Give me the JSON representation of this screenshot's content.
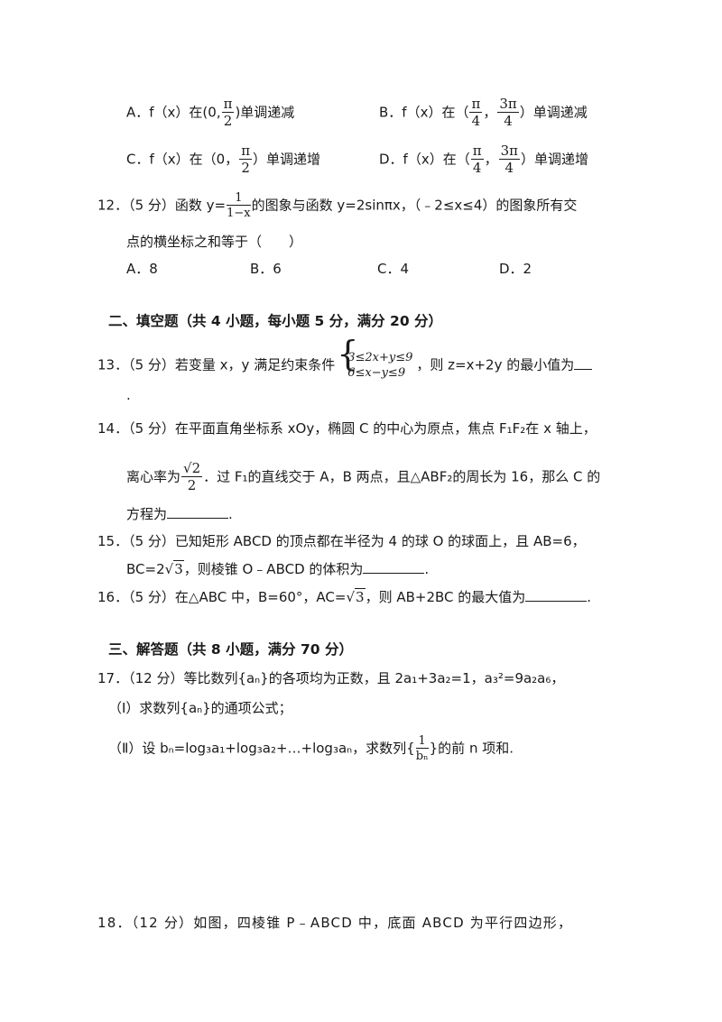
{
  "q11_options": {
    "A": {
      "pre": "A．f（x）在",
      "interval_open": "(0,",
      "frac_n": "π",
      "frac_d": "2",
      "close": ")单调递减"
    },
    "B": {
      "pre": "B．f（x）在（",
      "frac1_n": "π",
      "frac1_d": "4",
      "comma": "，",
      "frac2_n": "3π",
      "frac2_d": "4",
      "close": "）单调递减"
    },
    "C": {
      "pre": "C．f（x）在（0，",
      "frac_n": "π",
      "frac_d": "2",
      "close": "）单调递增"
    },
    "D": {
      "pre": "D．f（x）在（",
      "frac1_n": "π",
      "frac1_d": "4",
      "comma": "，",
      "frac2_n": "3π",
      "frac2_d": "4",
      "close": "）单调递增"
    }
  },
  "q12": {
    "num": "12．",
    "score": "（5 分）函数 y=",
    "frac_n": "1",
    "frac_d": "1−x",
    "mid": "的图象与函数 y=2sinπx，（﹣2≤x≤4）的图象所有交",
    "line2": "点的横坐标之和等于（　　）",
    "options": [
      "A．8",
      "B．6",
      "C．4",
      "D．2"
    ]
  },
  "section2": "二、填空题（共 4 小题，每小题 5 分，满分 20 分）",
  "q13": {
    "num": "13．",
    "text": "（5 分）若变量 x，y 满足约束条件",
    "cond1": "3≤2x+y≤9",
    "cond2": "6≤x−y≤9",
    "tail": "，则 z=x+2y 的最小值为",
    "end": "."
  },
  "q14": {
    "num": "14．",
    "line1": "（5 分）在平面直角坐标系 xOy，椭圆 C 的中心为原点，焦点 F₁F₂在 x 轴上，",
    "l2_pre": "离心率为",
    "frac_n": "√2",
    "frac_d": "2",
    "l2_post": "．过 F₁的直线交于 A，B 两点，且△ABF₂的周长为 16，那么 C 的",
    "line3": "方程为",
    "end": "."
  },
  "q15": {
    "num": "15．",
    "line1": "（5 分）已知矩形 ABCD 的顶点都在半径为 4 的球 O 的球面上，且 AB=6，",
    "line2_pre": "BC=2",
    "line2_rad": "3",
    "line2_post": "，则棱锥 O﹣ABCD 的体积为",
    "end": "."
  },
  "q16": {
    "num": "16．",
    "pre": "（5 分）在△ABC 中，B=60°，AC=",
    "rad": "3",
    "post": "，则 AB+2BC 的最大值为",
    "end": "."
  },
  "section3": "三、解答题（共 8 小题，满分 70 分）",
  "q17": {
    "num": "17．",
    "line1": "（12 分）等比数列{aₙ}的各项均为正数，且 2a₁+3a₂=1，a₃²=9a₂a₆，",
    "part1": "（Ⅰ）求数列{aₙ}的通项公式；",
    "part2_pre": "（Ⅱ）设 bₙ=log₃a₁+log₃a₂+…+log₃aₙ，求数列{",
    "part2_frac_n": "1",
    "part2_frac_d": "bₙ",
    "part2_post": "}的前 n 项和."
  },
  "q18": {
    "num": "18．",
    "line1": "（12 分）如图，四棱锥 P﹣ABCD 中，底面 ABCD 为平行四边形，"
  }
}
